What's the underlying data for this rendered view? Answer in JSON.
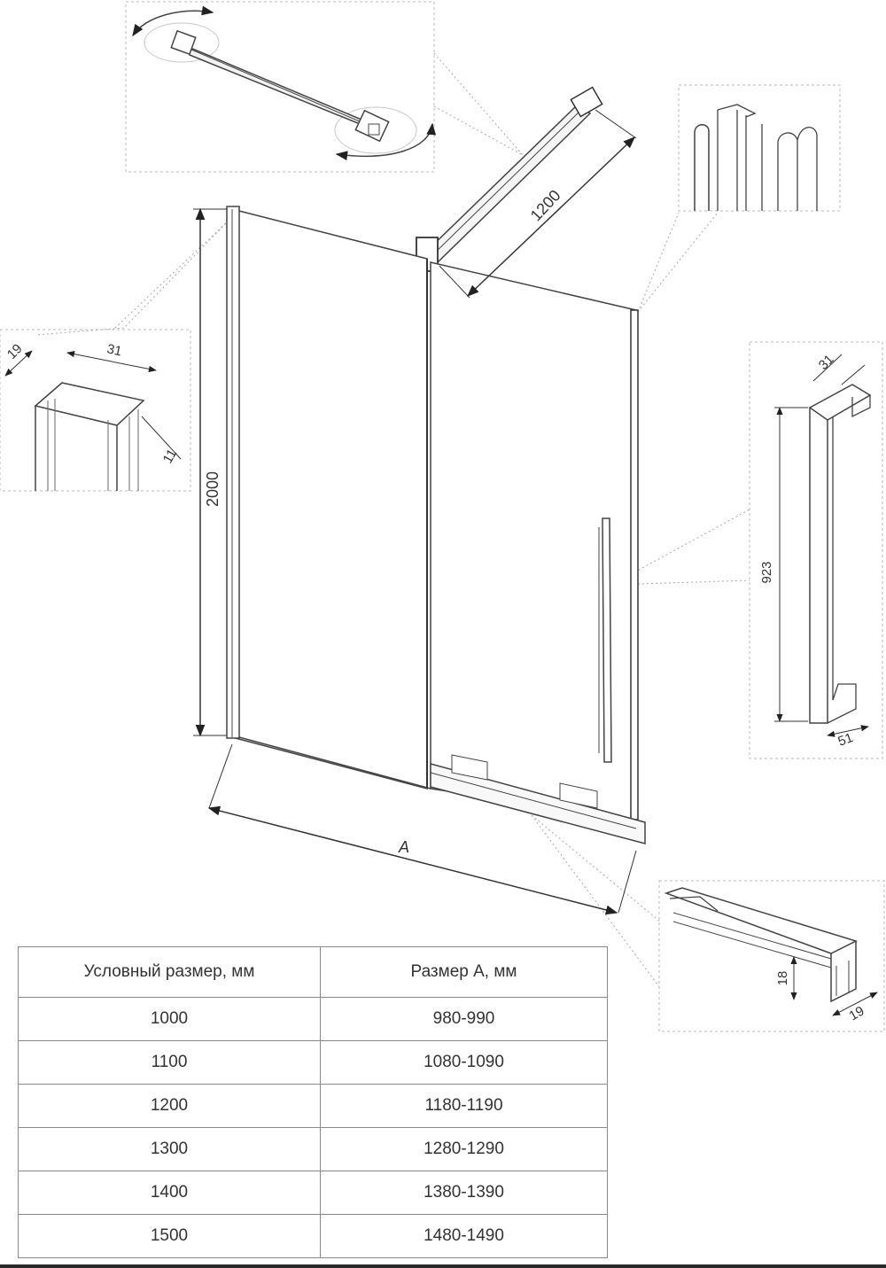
{
  "dimensions": {
    "height": "2000",
    "bar_length": "1200",
    "width": "A",
    "profile_top_a": "19",
    "profile_top_b": "31",
    "profile_top_c": "11",
    "handle_height": "923",
    "handle_top": "31",
    "handle_bottom": "51",
    "rail_height": "18",
    "rail_width": "19"
  },
  "table": {
    "headers": [
      "Условный размер, мм",
      "Размер A, мм"
    ],
    "rows": [
      [
        "1000",
        "980-990"
      ],
      [
        "1100",
        "1080-1090"
      ],
      [
        "1200",
        "1180-1190"
      ],
      [
        "1300",
        "1280-1290"
      ],
      [
        "1400",
        "1380-1390"
      ],
      [
        "1500",
        "1480-1490"
      ]
    ]
  }
}
